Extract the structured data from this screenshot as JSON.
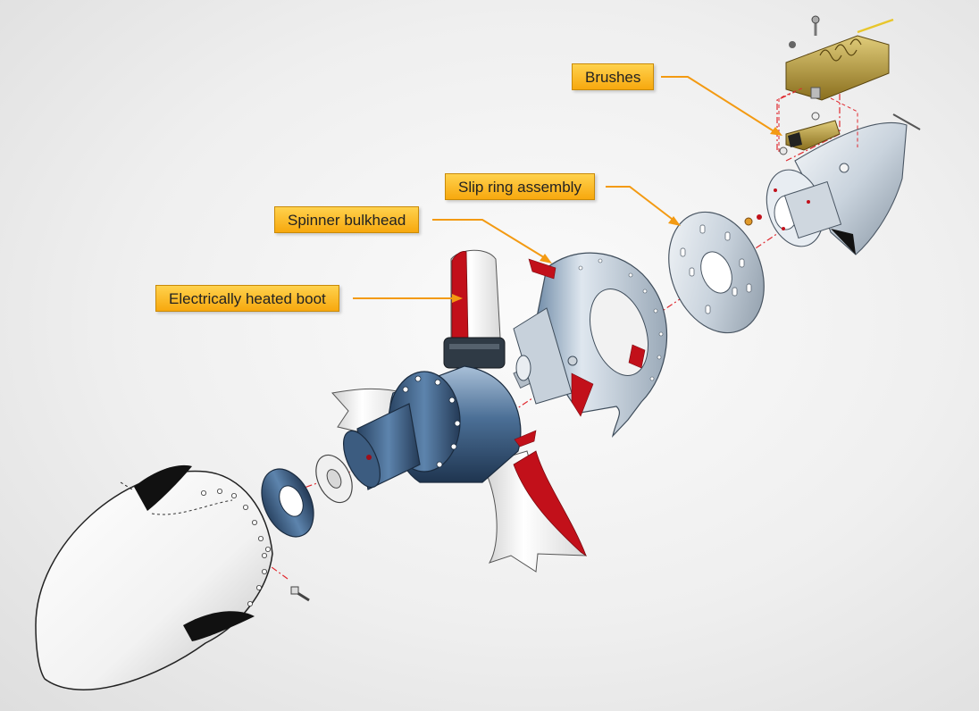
{
  "labels": {
    "brushes": "Brushes",
    "slip_ring": "Slip ring assembly",
    "spinner_bulkhead": "Spinner bulkhead",
    "heated_boot": "Electrically heated boot"
  },
  "colors": {
    "callout_fill": "#f9b21c",
    "leader_line": "#f39a12",
    "hub_blue": "#3f6489",
    "boot_red": "#c2101a",
    "brush_gold": "#b79b3a",
    "axis_dash": "#e0282e"
  }
}
